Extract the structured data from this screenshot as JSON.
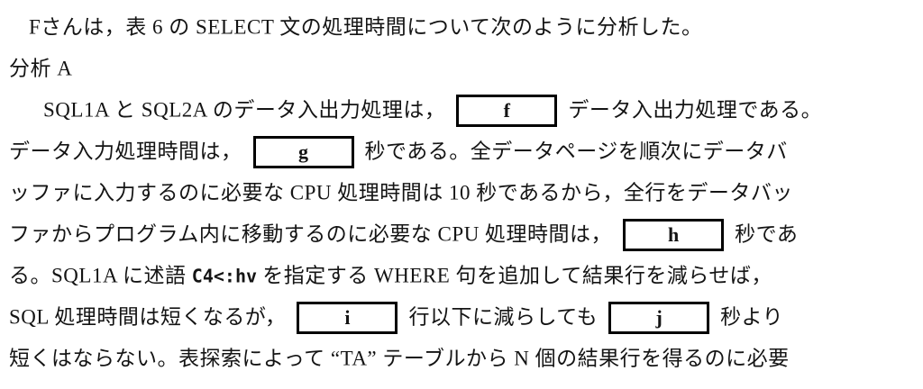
{
  "page": {
    "background_color": "#ffffff",
    "text_color": "#141414"
  },
  "document": {
    "intro": "Fさんは，表 6 の SELECT 文の処理時間について次のように分析した。",
    "section_label": "分析 A",
    "paragraph": {
      "l3a": "SQL1A と SQL2A のデータ入出力処理は，",
      "l3b": "データ入出力処理である。",
      "l4a": "データ入力処理時間は，",
      "l4b": "秒である。全データページを順次にデータバ",
      "l5": "ッファに入力するのに必要な CPU 処理時間は 10 秒であるから，全行をデータバッ",
      "l6a": "ファからプログラム内に移動するのに必要な CPU 処理時間は，",
      "l6b": "秒であ",
      "l7a": "る。SQL1A に述語 ",
      "l7code": "C4<:hv",
      "l7b": " を指定する WHERE 句を追加して結果行を減らせば，",
      "l8a": "SQL 処理時間は短くなるが，",
      "l8b": "行以下に減らしても",
      "l8c": "秒より",
      "l9": "短くはならない。表探索によって “TA” テーブルから N 個の結果行を得るのに必要"
    },
    "blanks": {
      "f": "f",
      "g": "g",
      "h": "h",
      "i": "i",
      "j": "j"
    }
  }
}
